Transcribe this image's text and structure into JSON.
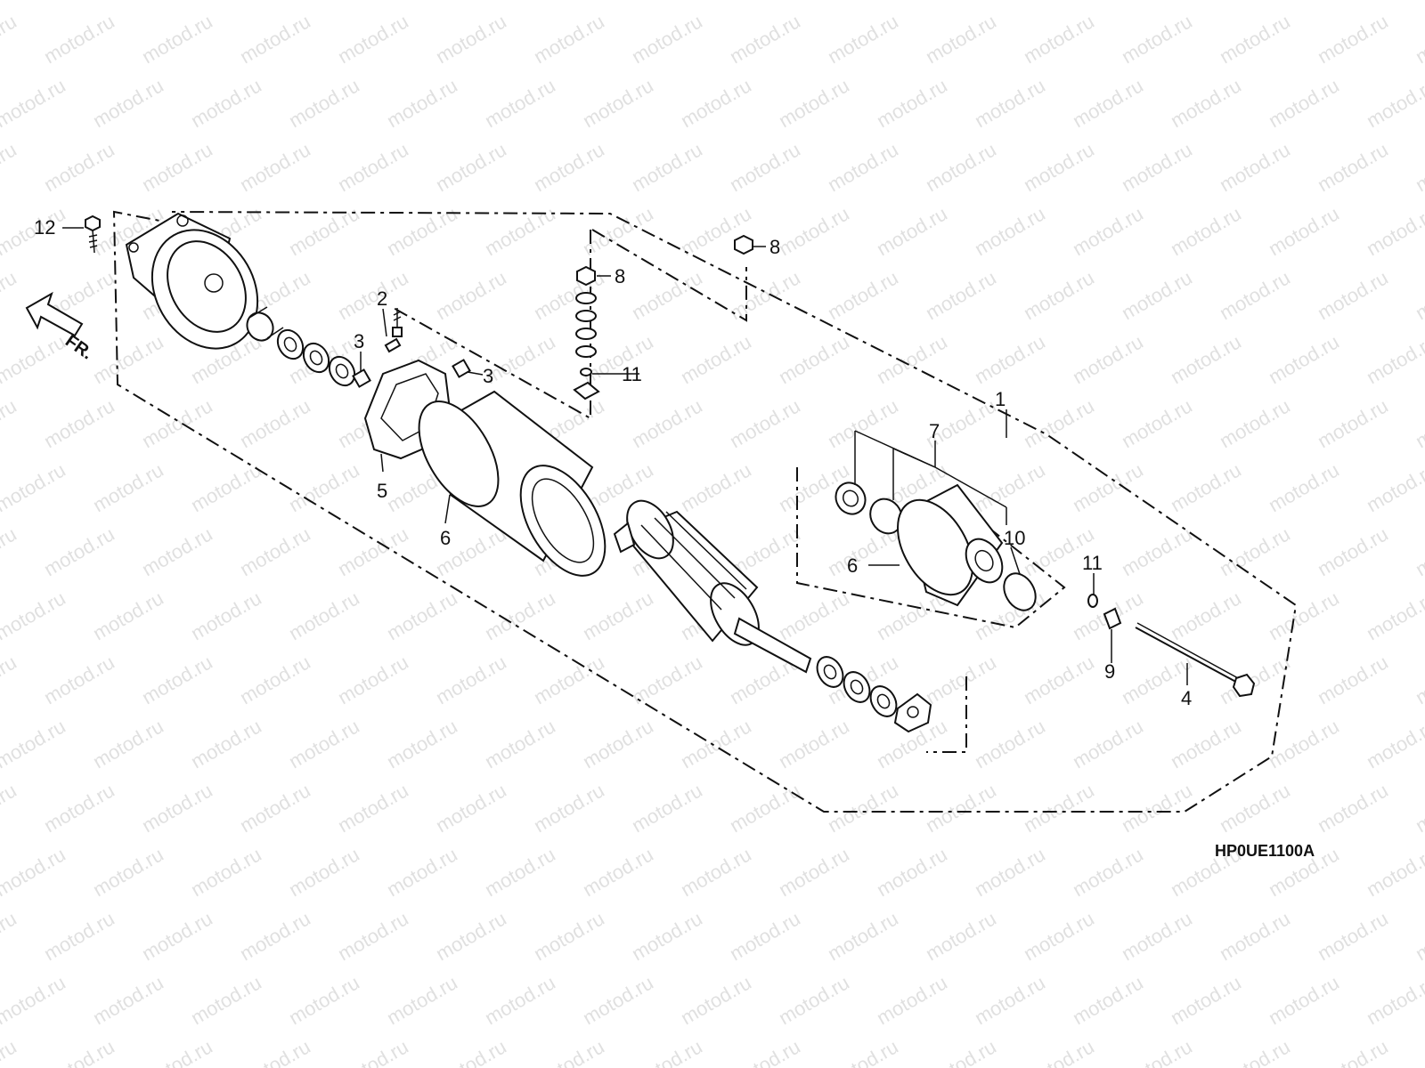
{
  "watermark": "motod.ru",
  "diagram_code": "HP0UE1100A",
  "direction_label": "FR.",
  "callouts": {
    "c1": "1",
    "c2": "2",
    "c3a": "3",
    "c3b": "3",
    "c4": "4",
    "c5": "5",
    "c6a": "6",
    "c6b": "6",
    "c7": "7",
    "c8a": "8",
    "c8b": "8",
    "c9": "9",
    "c10": "10",
    "c11a": "11",
    "c11b": "11",
    "c12": "12"
  }
}
